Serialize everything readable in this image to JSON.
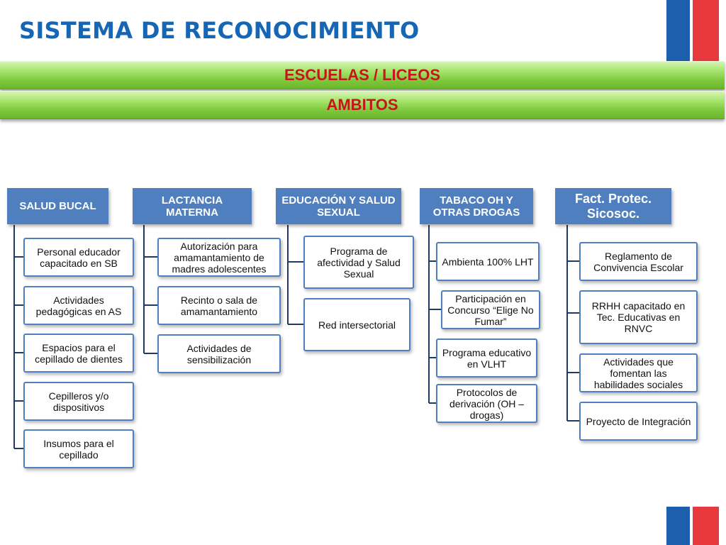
{
  "title": "SISTEMA DE RECONOCIMIENTO",
  "banners": [
    "ESCUELAS / LICEOS",
    "AMBITOS"
  ],
  "colors": {
    "title": "#1566b4",
    "banner_text": "#c4161c",
    "banner_green": "#7cc83b",
    "header_blue": "#4f7fbe",
    "flag_blue": "#1d5fad",
    "flag_red": "#e8393f"
  },
  "columns": [
    {
      "header": "SALUD BUCAL",
      "items": [
        "Personal educador capacitado en SB",
        "Actividades pedagógicas en AS",
        "Espacios para el cepillado de dientes",
        "Cepilleros y/o dispositivos",
        "Insumos para el cepillado"
      ]
    },
    {
      "header": "LACTANCIA MATERNA",
      "items": [
        "Autorización para amamantamiento de madres adolescentes",
        "Recinto o sala de amamantamiento",
        "Actividades de sensibilización"
      ]
    },
    {
      "header": "EDUCACIÓN Y SALUD SEXUAL",
      "items": [
        "Programa de afectividad y Salud Sexual",
        "Red intersectorial"
      ]
    },
    {
      "header": "TABACO OH Y OTRAS DROGAS",
      "items": [
        "Ambienta 100% LHT",
        "Participación en Concurso “Elige No Fumar”",
        "Programa educativo en VLHT",
        "Protocolos de derivación (OH – drogas)"
      ]
    },
    {
      "header": "Fact. Protec. Sicosoc.",
      "items": [
        "Reglamento de Convivencia Escolar",
        "RRHH capacitado en Tec. Educativas en RNVC",
        "Actividades que fomentan las habilidades sociales",
        "Proyecto de Integración"
      ]
    }
  ]
}
